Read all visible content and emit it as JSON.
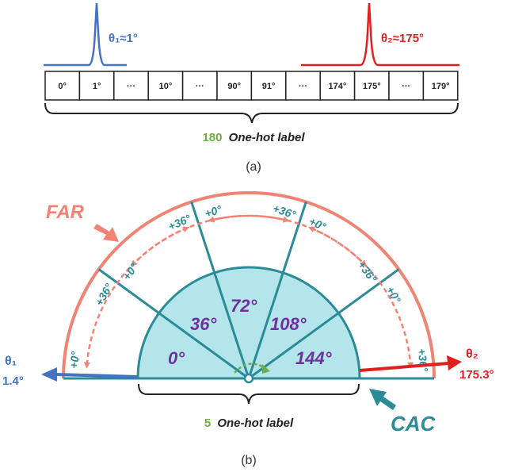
{
  "panel_a": {
    "cells": [
      "0°",
      "1°",
      "···",
      "10°",
      "···",
      "90°",
      "91°",
      "···",
      "174°",
      "175°",
      "···",
      "179°"
    ],
    "theta1_label": "θ₁≈1°",
    "theta2_label": "θ₂≈175°",
    "count": "180",
    "label_text": "One-hot label",
    "caption": "(a)",
    "colors": {
      "blue": "#4472c4",
      "red": "#e0201f",
      "green": "#70ad47"
    }
  },
  "panel_b": {
    "far_label": "FAR",
    "cac_label": "CAC",
    "sectors": [
      "0°",
      "36°",
      "72°",
      "108°",
      "144°"
    ],
    "plus0": "+0°",
    "plus36": "+36°",
    "theta1": {
      "name": "θ₁",
      "value": "1.4°"
    },
    "theta2": {
      "name": "θ₂",
      "value": "175.3°"
    },
    "count": "5",
    "label_text": "One-hot label",
    "caption": "(b)",
    "colors": {
      "teal": "#2b8c98",
      "fill": "#b3e5ea",
      "salmon": "#f08474",
      "purple": "#7030a0",
      "blue": "#4472c4",
      "red": "#e0201f",
      "green": "#70ad47"
    }
  }
}
